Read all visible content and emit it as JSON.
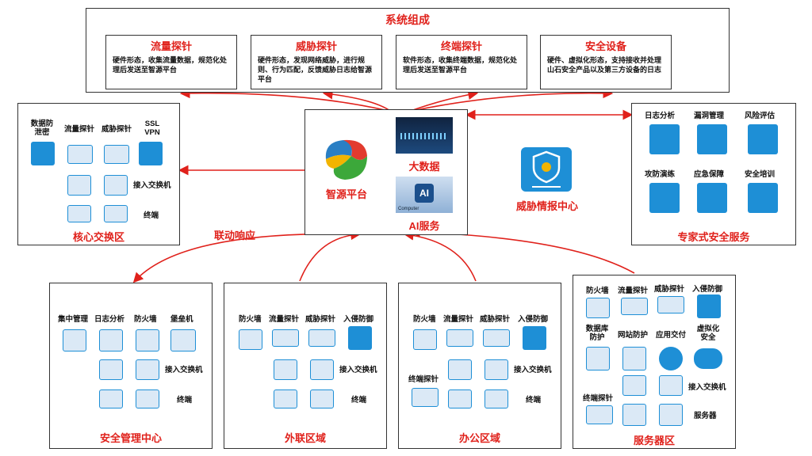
{
  "system": {
    "title": "系统组成",
    "cards": [
      {
        "title": "流量探针",
        "desc": "硬件形态，收集流量数据，规范化处理后发送至智源平台"
      },
      {
        "title": "威胁探针",
        "desc": "硬件形态，发现网络威胁，进行规则、行为匹配，反馈威胁日志给智源平台"
      },
      {
        "title": "终端探针",
        "desc": "软件形态，收集终端数据，规范化处理后发送至智源平台"
      },
      {
        "title": "安全设备",
        "desc": "硬件、虚拟化形态，支持接收并处理山石安全产品以及第三方设备的日志"
      }
    ]
  },
  "core": {
    "title": "核心交换区",
    "labels": {
      "dlp": "数据防泄密",
      "flow": "流量探针",
      "threat": "威胁探针",
      "ssl": "SSL VPN",
      "switch": "接入交换机",
      "terminal": "终端"
    }
  },
  "center": {
    "platform": "智源平台",
    "bigdata": "大数据",
    "ai": "AI服务",
    "ai_icon_text": "AI",
    "computer_text": "Computer"
  },
  "threat_intel": {
    "title": "威胁情报中心"
  },
  "expert": {
    "title": "专家式安全服务",
    "items": [
      "日志分析",
      "漏洞管理",
      "风险评估",
      "攻防演练",
      "应急保障",
      "安全培训"
    ]
  },
  "linkage": "联动响应",
  "mgmt": {
    "title": "安全管理中心",
    "labels": {
      "central": "集中管理",
      "log": "日志分析",
      "fw": "防火墙",
      "bastion": "堡垒机",
      "switch": "接入交换机",
      "terminal": "终端"
    }
  },
  "extranet": {
    "title": "外联区域",
    "labels": {
      "fw": "防火墙",
      "flow": "流量探针",
      "threat": "威胁探针",
      "ips": "入侵防御",
      "switch": "接入交换机",
      "terminal": "终端"
    }
  },
  "office": {
    "title": "办公区域",
    "labels": {
      "fw": "防火墙",
      "flow": "流量探针",
      "threat": "威胁探针",
      "ips": "入侵防御",
      "endpoint": "终端探针",
      "switch": "接入交换机",
      "terminal": "终端"
    }
  },
  "server": {
    "title": "服务器区",
    "labels": {
      "fw": "防火墙",
      "flow": "流量探针",
      "threat": "威胁探针",
      "ips": "入侵防御",
      "db": "数据库防护",
      "web": "网站防护",
      "app": "应用交付",
      "virt": "虚拟化安全",
      "endpoint": "终端探针",
      "switch": "接入交换机",
      "srv": "服务器"
    }
  },
  "colors": {
    "accent": "#e0211b",
    "icon_blue": "#1e8fd6",
    "icon_light": "#dbe9f6"
  }
}
